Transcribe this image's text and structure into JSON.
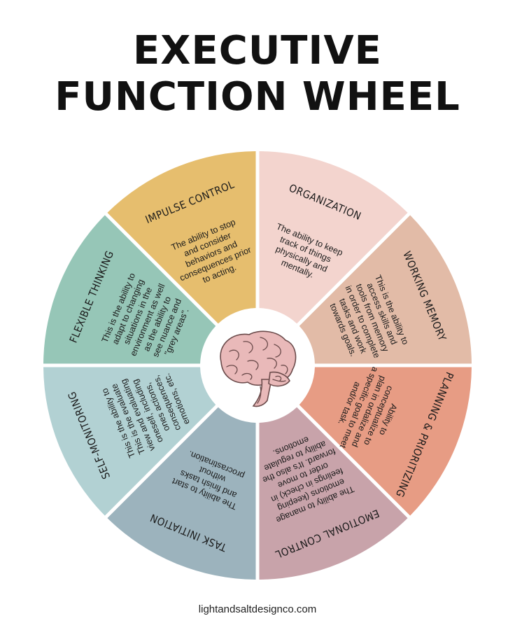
{
  "title": {
    "line1": "EXECUTIVE",
    "line2": "FUNCTION WHEEL"
  },
  "footer": "lightandsaltdesignco.com",
  "center_icon": "brain-icon",
  "colors": {
    "impulse": "#E6BE6E",
    "organization": "#F3D4CE",
    "working": "#E2BBA7",
    "planning": "#E79C84",
    "emotional": "#C8A3AA",
    "task": "#9CB3BD",
    "self": "#B2D1D3",
    "flexible": "#96C6B7",
    "brain": "#E9B9B9",
    "center": "#FFFFFF"
  },
  "segments": [
    {
      "id": "impulse",
      "title": "IMPULSE CONTROL",
      "lines": [
        "The ability to stop",
        "and consider",
        "behaviors and",
        "consequences prior",
        "to acting."
      ]
    },
    {
      "id": "organization",
      "title": "ORGANIZATION",
      "lines": [
        "The ability to keep",
        "track of things",
        "physically and",
        "mentally."
      ]
    },
    {
      "id": "working",
      "title": "WORKING MEMORY",
      "lines": [
        "This is the ability to",
        "access skills and",
        "tools from memory",
        "in order to complete",
        "tasks and work",
        "towards goals."
      ]
    },
    {
      "id": "planning",
      "title": "PLANNING & PRIORITIZING",
      "lines": [
        "Ability to",
        "conceptualize to",
        "plan in ordalize and",
        "a specific goal to meet",
        "and/or task."
      ]
    },
    {
      "id": "emotional",
      "title": "EMOTIONAL CONTROL",
      "lines": [
        "The ability to manage",
        "emotions (keeping",
        "feelings in check) in",
        "order to move",
        "forward. It's also the",
        "ability to regulate",
        "emotions."
      ]
    },
    {
      "id": "task",
      "title": "TASK INITIATION",
      "lines": [
        "The ability to start",
        "and finish tasks",
        "without",
        "procrastination."
      ]
    },
    {
      "id": "self",
      "title": "SELF-MONITORING",
      "lines": [
        "This is the ability to",
        "This is the evaluate",
        "view and evaluating",
        "oneself, including",
        "ones actions,",
        "consequences,",
        "emotions, etc."
      ]
    },
    {
      "id": "flexible",
      "title": "FLEXIBLE THINKING",
      "lines": [
        "This is the ability to",
        "adapt to changing",
        "situations in the",
        "environment as well",
        "as the ability to",
        "see nuance and",
        "\"grey areas\"."
      ]
    }
  ]
}
